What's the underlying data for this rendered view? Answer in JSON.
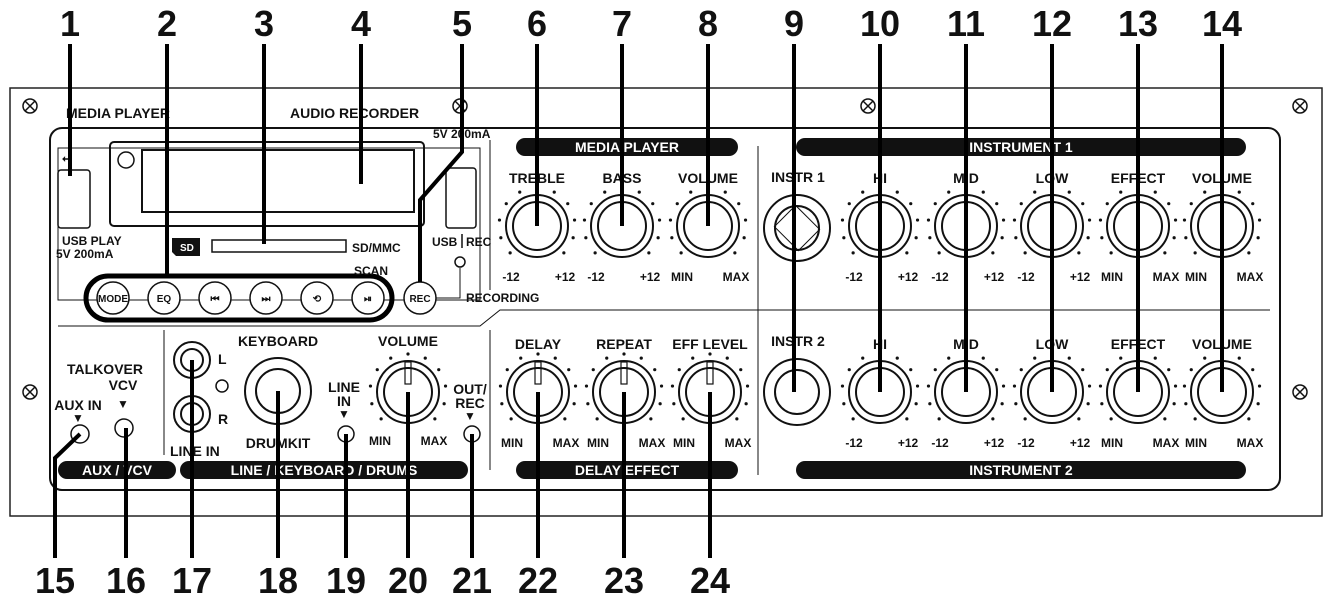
{
  "callouts": [
    "1",
    "2",
    "3",
    "4",
    "5",
    "6",
    "7",
    "8",
    "9",
    "10",
    "11",
    "12",
    "13",
    "14",
    "15",
    "16",
    "17",
    "18",
    "19",
    "20",
    "21",
    "22",
    "23",
    "24"
  ],
  "panel": {
    "media_player_title": "MEDIA PLAYER",
    "audio_recorder_title": "AUDIO RECORDER",
    "usb_play_line1": "USB PLAY",
    "usb_play_line2": "5V 200mA",
    "usb_rec_power": "5V 200mA",
    "sd_logo": "SD",
    "sd_mmc": "SD/MMC",
    "usb_label": "USB",
    "rec_label": "REC",
    "recording_label": "RECORDING",
    "scan_label": "SCAN",
    "rec_button": "REC",
    "buttons": {
      "mode": "MODE",
      "eq": "EQ",
      "prev": "⏮",
      "next": "⏭",
      "repeat": "⟲",
      "play": "⏯"
    }
  },
  "media_player_section": {
    "banner": "MEDIA PLAYER",
    "knobs": [
      {
        "name": "TREBLE",
        "min": "-12",
        "max": "+12"
      },
      {
        "name": "BASS",
        "min": "-12",
        "max": "+12"
      },
      {
        "name": "VOLUME",
        "min": "MIN",
        "max": "MAX"
      }
    ]
  },
  "instrument1": {
    "banner": "INSTRUMENT 1",
    "input": "INSTR 1",
    "knobs": [
      {
        "name": "HI",
        "min": "-12",
        "max": "+12"
      },
      {
        "name": "MID",
        "min": "-12",
        "max": "+12"
      },
      {
        "name": "LOW",
        "min": "-12",
        "max": "+12"
      },
      {
        "name": "EFFECT",
        "min": "MIN",
        "max": "MAX"
      },
      {
        "name": "VOLUME",
        "min": "MIN",
        "max": "MAX"
      }
    ]
  },
  "instrument2": {
    "banner": "INSTRUMENT 2",
    "input": "INSTR 2",
    "knobs": [
      {
        "name": "HI",
        "min": "-12",
        "max": "+12"
      },
      {
        "name": "MID",
        "min": "-12",
        "max": "+12"
      },
      {
        "name": "LOW",
        "min": "-12",
        "max": "+12"
      },
      {
        "name": "EFFECT",
        "min": "MIN",
        "max": "MAX"
      },
      {
        "name": "VOLUME",
        "min": "MIN",
        "max": "MAX"
      }
    ]
  },
  "delay_section": {
    "banner": "DELAY EFFECT",
    "knobs": [
      {
        "name": "DELAY",
        "min": "MIN",
        "max": "MAX"
      },
      {
        "name": "REPEAT",
        "min": "MIN",
        "max": "MAX"
      },
      {
        "name": "EFF LEVEL",
        "min": "MIN",
        "max": "MAX"
      }
    ]
  },
  "aux_section": {
    "banner": "AUX / VCV",
    "talkover": "TALKOVER",
    "vcv": "VCV",
    "aux_in": "AUX IN"
  },
  "line_section": {
    "banner": "LINE / KEYBOARD / DRUMS",
    "keyboard": "KEYBOARD",
    "drumkit": "DRUMKIT",
    "l": "L",
    "r": "R",
    "line_in": "LINE IN",
    "line_in_led1": "LINE",
    "line_in_led2": "IN",
    "volume": "VOLUME",
    "vol_min": "MIN",
    "vol_max": "MAX",
    "out_rec1": "OUT/",
    "out_rec2": "REC"
  }
}
